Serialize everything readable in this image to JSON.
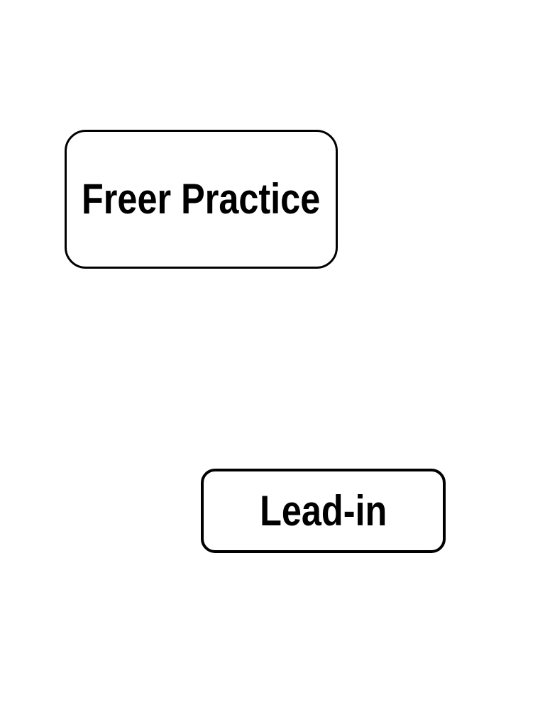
{
  "page": {
    "background_color": "#ffffff"
  },
  "diagram": {
    "nodes": [
      {
        "id": "freer-practice",
        "label": "Freer Practice",
        "shape": "rounded-rectangle",
        "fill_color": "#ffffff",
        "border_color": "#000000",
        "text_color": "#000000"
      },
      {
        "id": "lead-in",
        "label": "Lead-in",
        "shape": "rounded-rectangle",
        "fill_color": "#ffffff",
        "border_color": "#000000",
        "text_color": "#000000"
      }
    ]
  }
}
